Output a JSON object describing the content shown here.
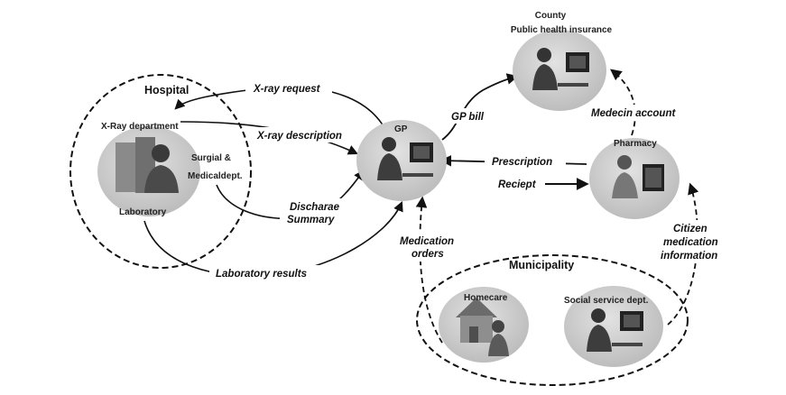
{
  "groups": {
    "hospital": "Hospital",
    "municipality": "Municipality"
  },
  "nodes": {
    "county_line1": "County",
    "county_line2": "Public health insurance",
    "gp": "GP",
    "pharmacy": "Pharmacy",
    "xray_department": "X-Ray department",
    "surgical_line1": "Surgial &",
    "surgical_line2": "Medicaldept.",
    "laboratory": "Laboratory",
    "homecare": "Homecare",
    "social_service": "Social service dept."
  },
  "flows": {
    "xray_request": "X-ray  request",
    "xray_description": "X-ray description",
    "discharge_line1": "Discharae",
    "discharge_line2": "Summary",
    "laboratory_results": "Laboratory results",
    "gp_bill": "GP bill",
    "medecin_account": "Medecin  account",
    "prescription": "Prescription",
    "reciept": "Reciept",
    "medication_orders_line1": "Medication",
    "medication_orders_line2": "orders",
    "citizen_line1": "Citizen",
    "citizen_line2": "medication",
    "citizen_line3": "information"
  },
  "colors": {
    "node_fill": "#c9c9c9",
    "background": "#ffffff",
    "line": "#111111"
  }
}
